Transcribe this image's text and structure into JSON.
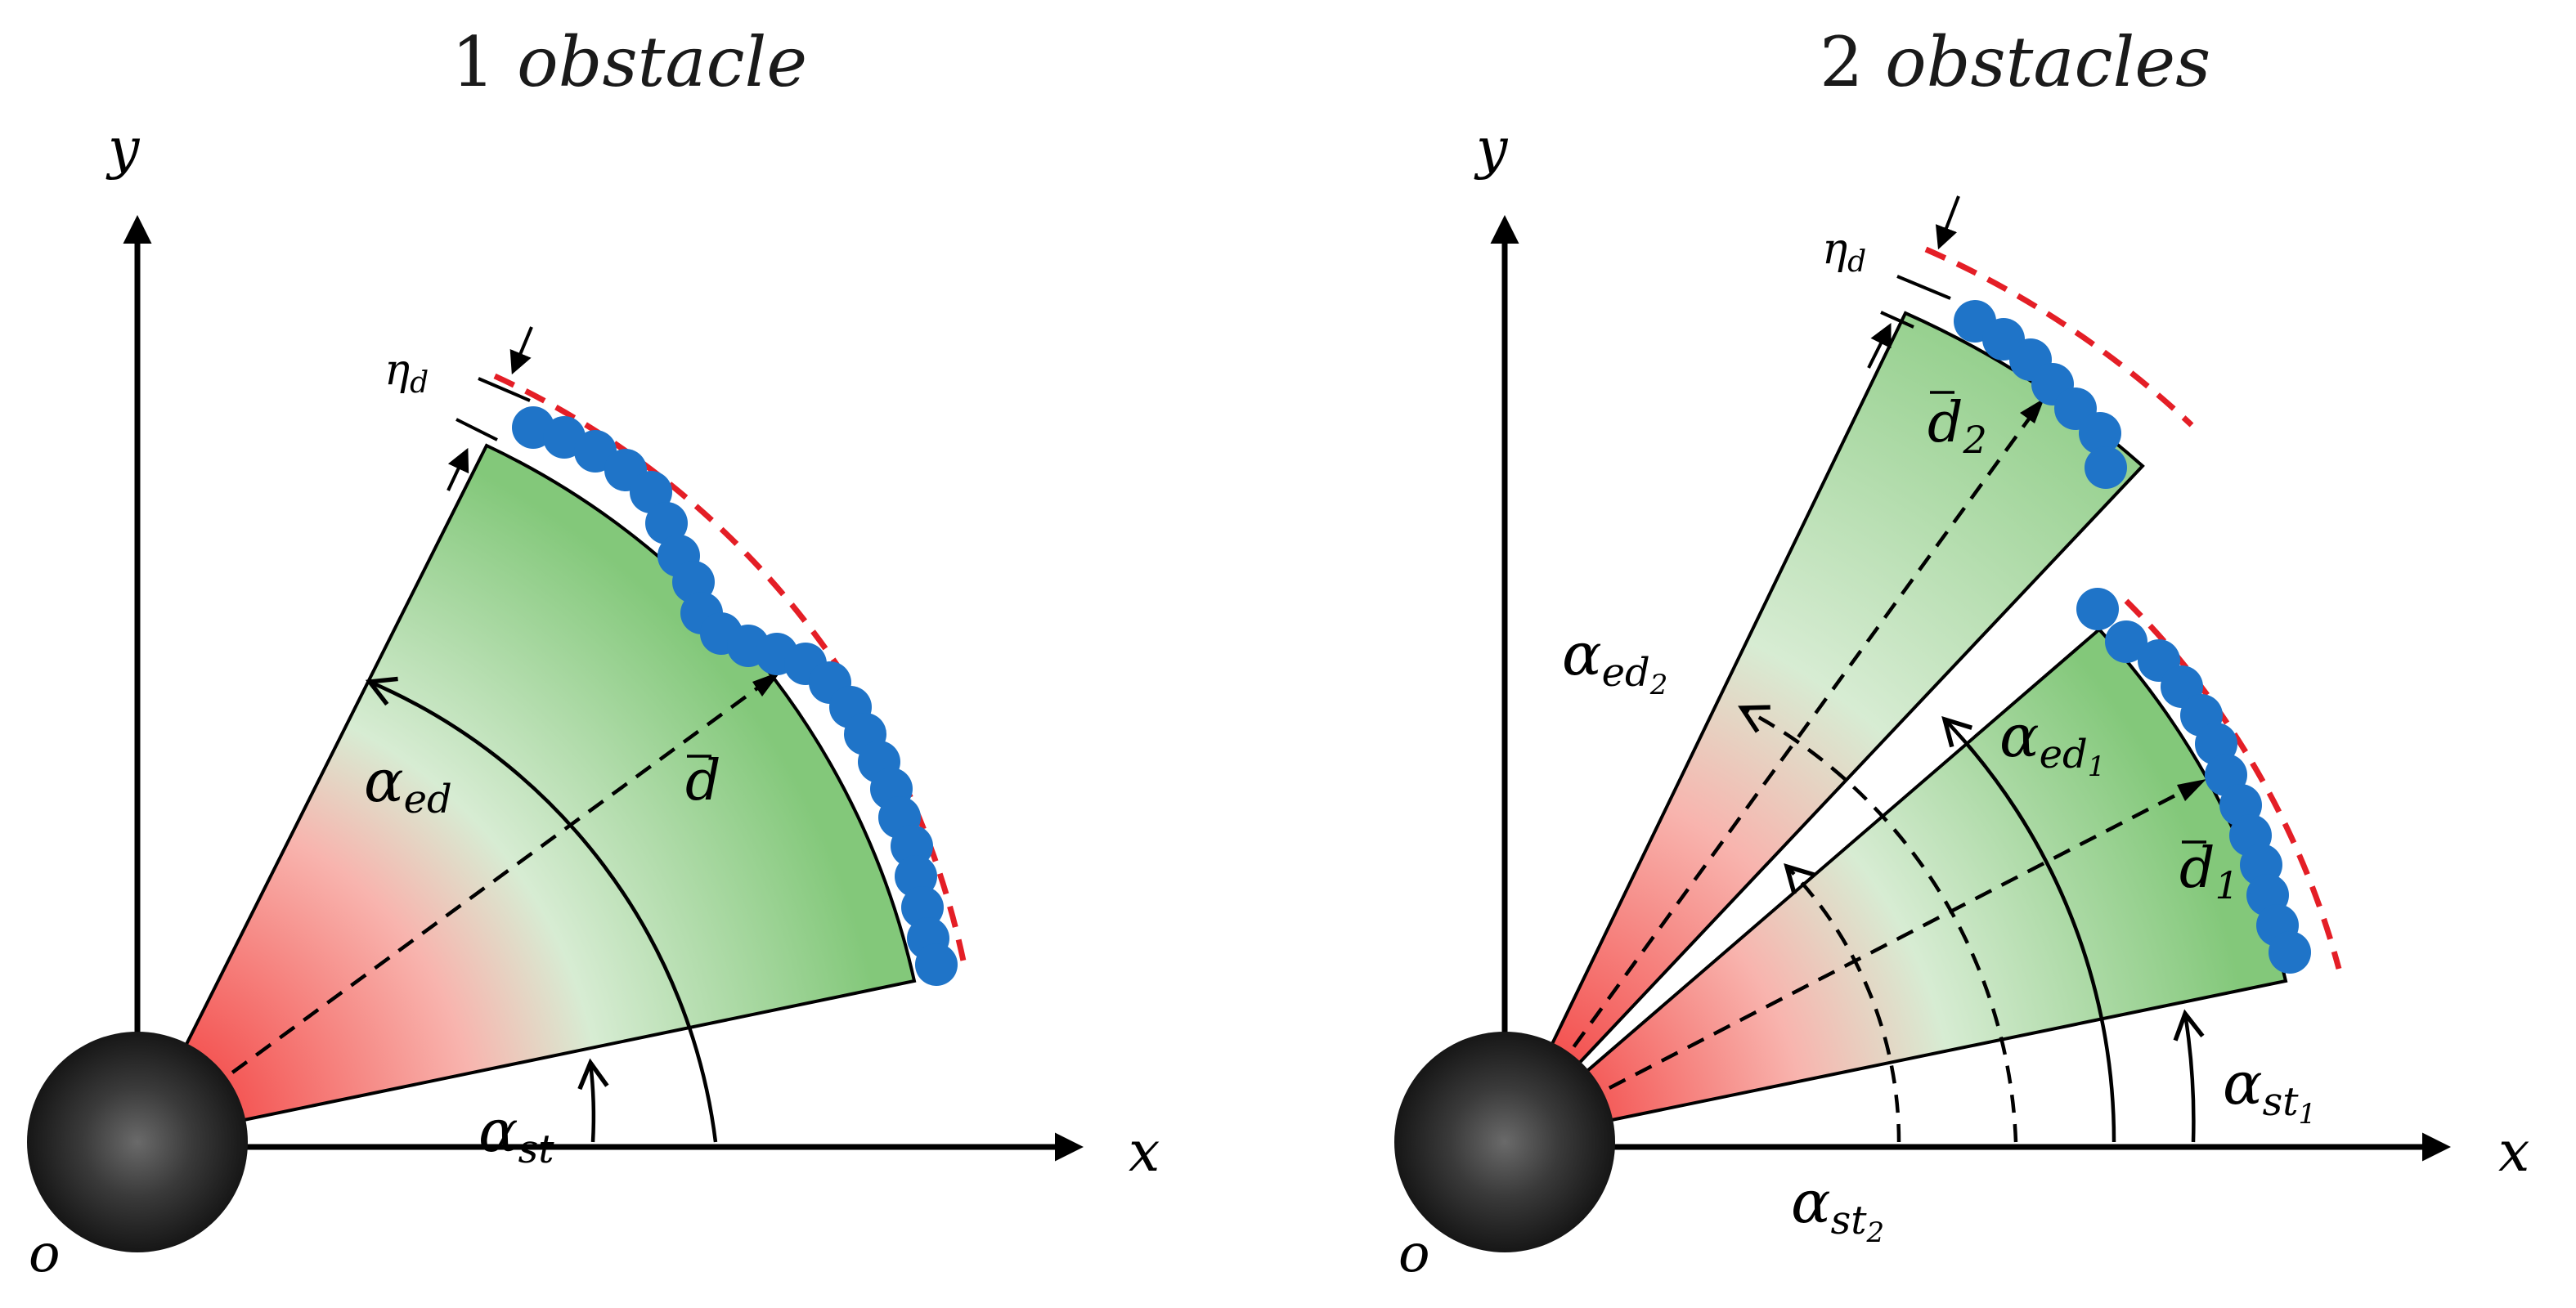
{
  "panels": [
    {
      "title_num": "1",
      "title_word": "obstacle",
      "axis_x": "x",
      "axis_y": "y",
      "origin": "o",
      "alpha_ed": {
        "base": "α",
        "sub": "ed"
      },
      "alpha_st": {
        "base": "α",
        "sub": "st"
      },
      "dbar": {
        "base": "d",
        "sub": ""
      },
      "eta": {
        "base": "η",
        "sub": "d"
      }
    },
    {
      "title_num": "2",
      "title_word": "obstacles",
      "axis_x": "x",
      "axis_y": "y",
      "origin": "o",
      "alpha_ed2": {
        "base": "α",
        "sub": "ed",
        "subsub": "2"
      },
      "alpha_ed1": {
        "base": "α",
        "sub": "ed",
        "subsub": "1"
      },
      "alpha_st1": {
        "base": "α",
        "sub": "st",
        "subsub": "1"
      },
      "alpha_st2": {
        "base": "α",
        "sub": "st",
        "subsub": "2"
      },
      "dbar1": {
        "base": "d",
        "sub": "1"
      },
      "dbar2": {
        "base": "d",
        "sub": "2"
      },
      "eta": {
        "base": "η",
        "sub": "d"
      }
    }
  ],
  "colors": {
    "sector_inner": "#f24a4a",
    "sector_outer": "#8ccf82",
    "obstacle_points": "#1f74c8",
    "boundary_dashed": "#e41e26",
    "robot": "#333333"
  }
}
